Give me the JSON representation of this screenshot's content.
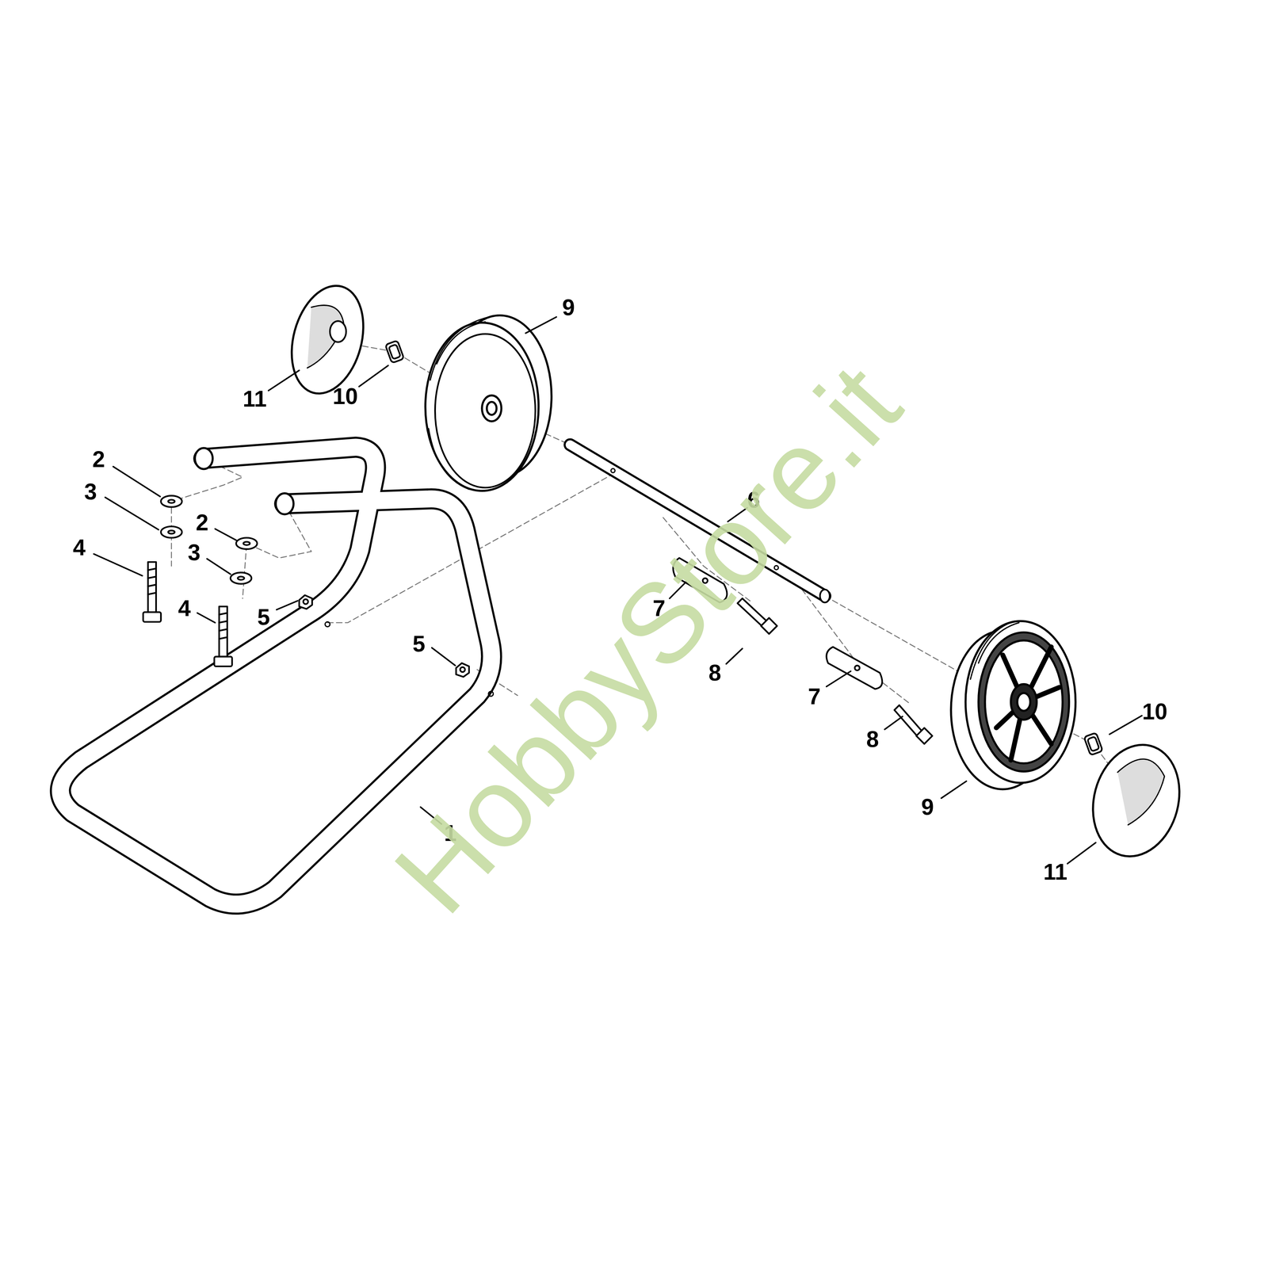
{
  "diagram": {
    "labels": [
      "9",
      "11",
      "10",
      "2",
      "3",
      "4",
      "2",
      "3",
      "5",
      "4",
      "5",
      "6",
      "7",
      "8",
      "7",
      "8",
      "9",
      "10",
      "11",
      "1",
      "HobbyStore.it"
    ]
  }
}
